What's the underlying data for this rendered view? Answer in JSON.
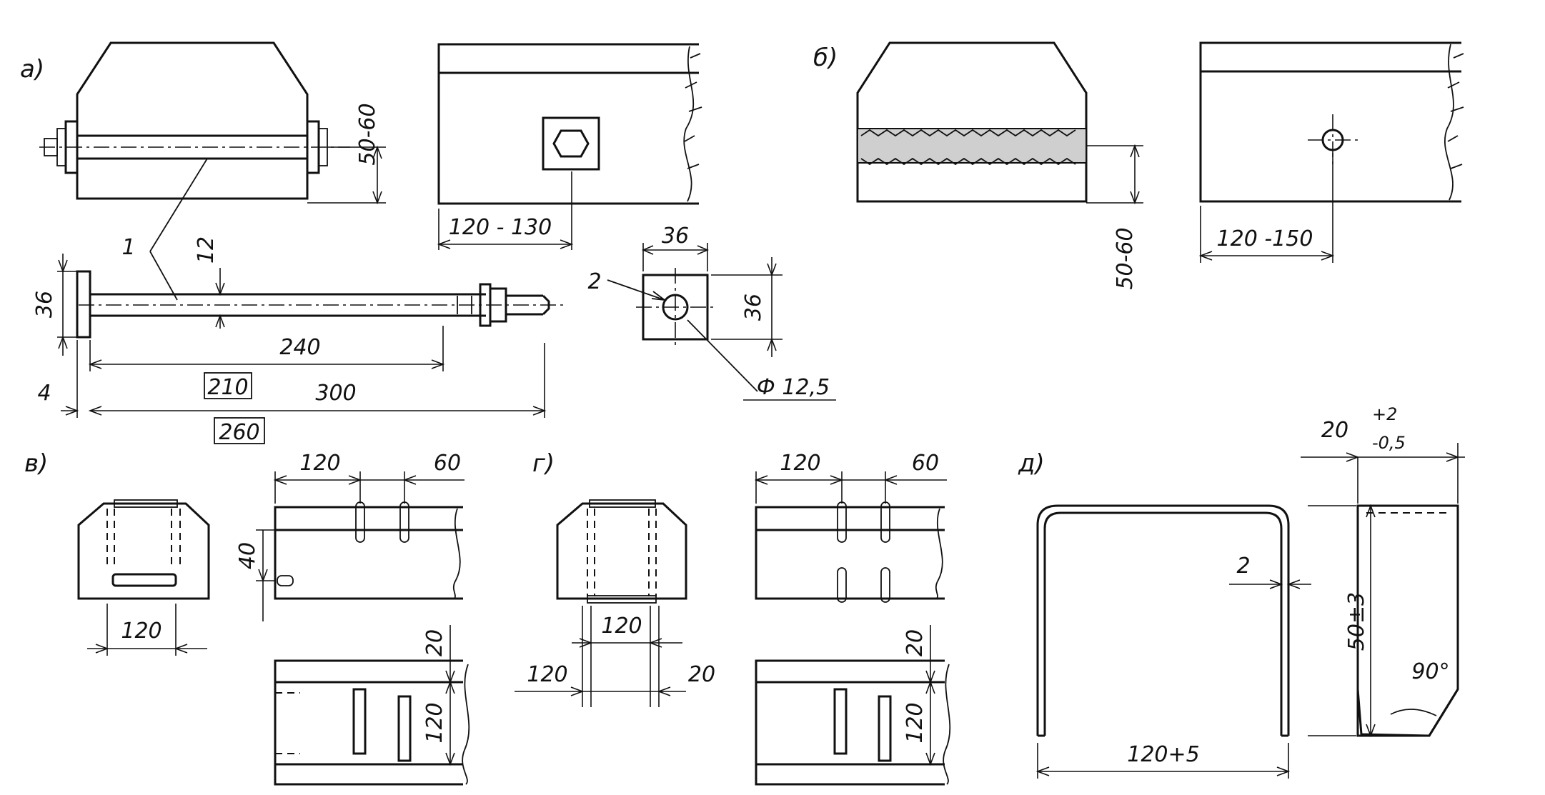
{
  "panel_labels": {
    "a": "а)",
    "b": "б)",
    "v": "в)",
    "g": "г)",
    "d": "д)"
  },
  "dimensions": {
    "a_height": "50-60",
    "a_offset": "120 - 130",
    "bolt_head": "36",
    "bolt_dia": "12",
    "bolt_thread": "240",
    "bolt_ref1": "210",
    "bolt_total": "300",
    "bolt_ref2": "260",
    "bolt_washer": "4",
    "plate_width": "36",
    "plate_height": "36",
    "plate_hole": "Ф 12,5",
    "b_height": "50-60",
    "b_offset": "120 -150",
    "v_top_left": "120",
    "v_top_right": "60",
    "v_height": "40",
    "v_bottom": "120",
    "v_plan_top": "20",
    "v_plan_mid": "120",
    "g_top_left": "120",
    "g_top_right": "60",
    "g_mid": "120",
    "g_left": "120",
    "g_right": "20",
    "g_plan_top": "20",
    "g_plan_mid": "120",
    "d_gap": "2",
    "d_width": "120+5",
    "d_tol_base": "20",
    "d_tol_upper": "+2",
    "d_tol_lower": "-0,5",
    "d_height": "50±3",
    "d_angle": "90°"
  },
  "callouts": {
    "part1": "1",
    "part2": "2"
  }
}
